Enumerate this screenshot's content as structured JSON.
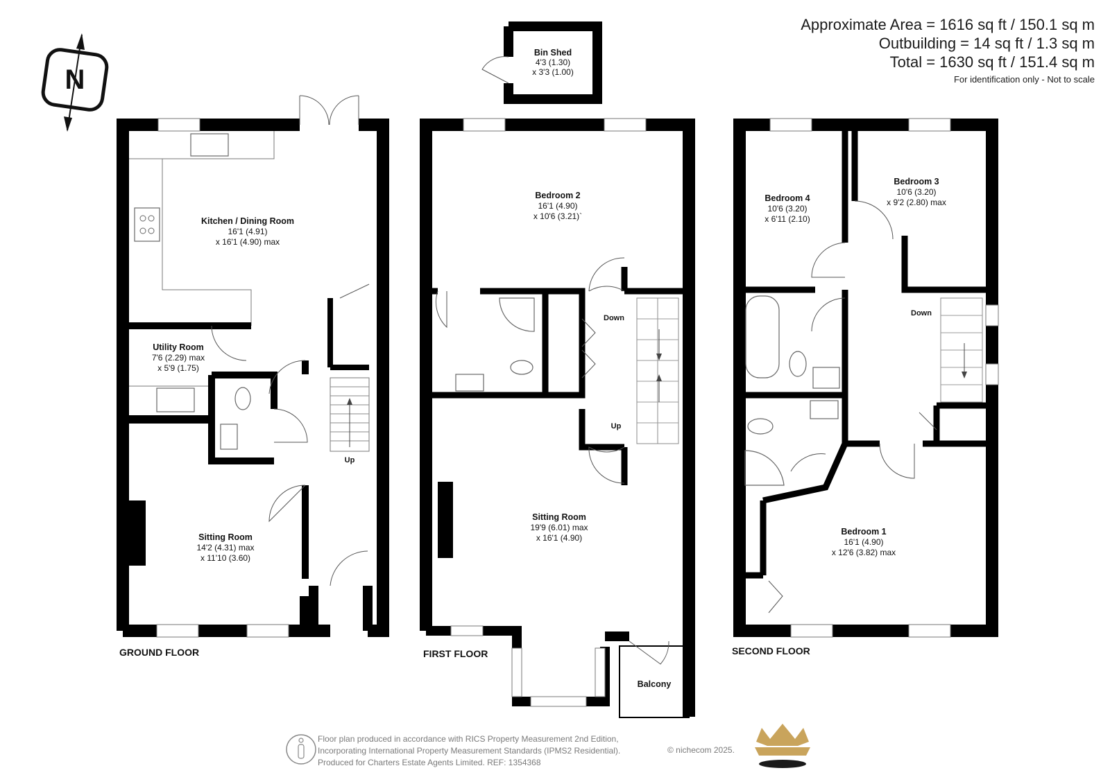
{
  "area": {
    "approx": "Approximate Area = 1616 sq ft / 150.1 sq m",
    "outbuilding": "Outbuilding = 14 sq ft / 1.3 sq m",
    "total": "Total = 1630 sq ft / 151.4 sq m",
    "note": "For identification only - Not to scale"
  },
  "compass": {
    "label": "N",
    "icon": "north-arrow-icon"
  },
  "floors": {
    "ground": "GROUND FLOOR",
    "first": "FIRST FLOOR",
    "second": "SECOND FLOOR"
  },
  "rooms": {
    "bin_shed": {
      "name": "Bin Shed",
      "dim1": "4'3 (1.30)",
      "dim2": "x 3'3 (1.00)"
    },
    "kitchen": {
      "name": "Kitchen / Dining Room",
      "dim1": "16'1 (4.91)",
      "dim2": "x 16'1 (4.90) max"
    },
    "utility": {
      "name": "Utility Room",
      "dim1": "7'6 (2.29) max",
      "dim2": "x 5'9 (1.75)"
    },
    "sitting_ground": {
      "name": "Sitting Room",
      "dim1": "14'2 (4.31) max",
      "dim2": "x 11'10 (3.60)"
    },
    "bedroom2": {
      "name": "Bedroom 2",
      "dim1": "16'1 (4.90)",
      "dim2": "x 10'6 (3.21)`"
    },
    "sitting_first": {
      "name": "Sitting Room",
      "dim1": "19'9 (6.01) max",
      "dim2": "x 16'1 (4.90)"
    },
    "balcony": {
      "name": "Balcony"
    },
    "bedroom4": {
      "name": "Bedroom 4",
      "dim1": "10'6 (3.20)",
      "dim2": "x 6'11 (2.10)"
    },
    "bedroom3": {
      "name": "Bedroom 3",
      "dim1": "10'6 (3.20)",
      "dim2": "x 9'2 (2.80) max"
    },
    "bedroom1": {
      "name": "Bedroom 1",
      "dim1": "16'1 (4.90)",
      "dim2": "x 12'6 (3.82) max"
    }
  },
  "stairs": {
    "up": "Up",
    "down": "Down"
  },
  "footer": {
    "line1": "Floor plan produced in accordance with RICS Property Measurement 2nd Edition,",
    "line2": "Incorporating International Property Measurement Standards (IPMS2 Residential).",
    "line3": "Produced for Charters Estate Agents Limited.   REF: 1354368",
    "copyright": "© nichecom 2025."
  },
  "colors": {
    "wall": "#000000",
    "window": "#ffffff",
    "fixture": "#8a8a8a",
    "crown_gold": "#c9a45c",
    "crown_dark": "#1a1a1a"
  }
}
